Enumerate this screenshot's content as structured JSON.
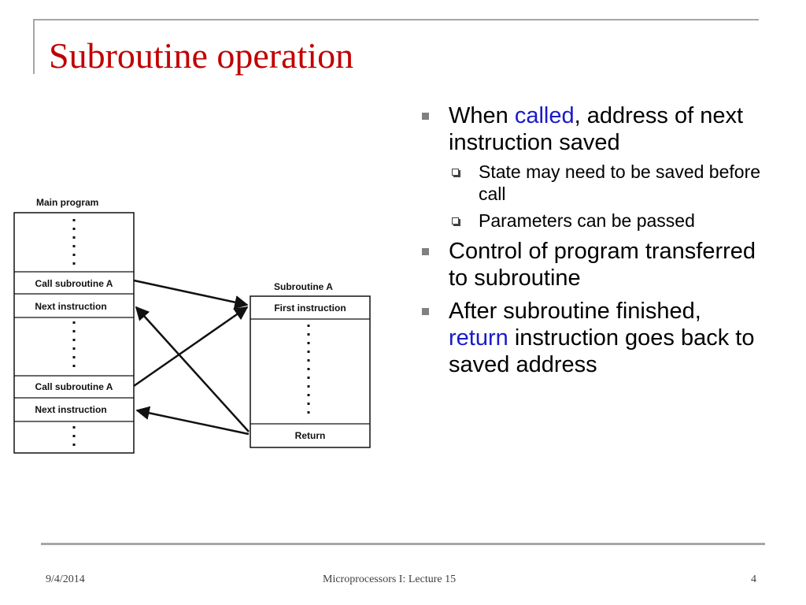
{
  "slide": {
    "title": "Subroutine operation"
  },
  "diagram": {
    "main_program": {
      "heading": "Main program",
      "rows": [
        "Call subroutine A",
        "Next instruction",
        "Call subroutine A",
        "Next instruction"
      ]
    },
    "subroutine": {
      "heading": "Subroutine A",
      "rows": [
        "First instruction",
        "Return"
      ]
    }
  },
  "bullets": [
    {
      "pre": "When ",
      "highlight": "called",
      "post": ", address of next instruction saved"
    },
    {
      "pre": "Control of program transferred to subroutine",
      "highlight": "",
      "post": ""
    },
    {
      "pre": "After subroutine finished, ",
      "highlight": "return",
      "post": " instruction goes back to saved address"
    }
  ],
  "sub_bullets": [
    "State may need to be saved before call",
    "Parameters can be passed"
  ],
  "footer": {
    "date": "9/4/2014",
    "course": "Microprocessors I:   Lecture 15",
    "page": "4"
  },
  "colors": {
    "title": "#c00000",
    "highlight": "#1a1ac8",
    "rule": "#a6a6a6"
  }
}
